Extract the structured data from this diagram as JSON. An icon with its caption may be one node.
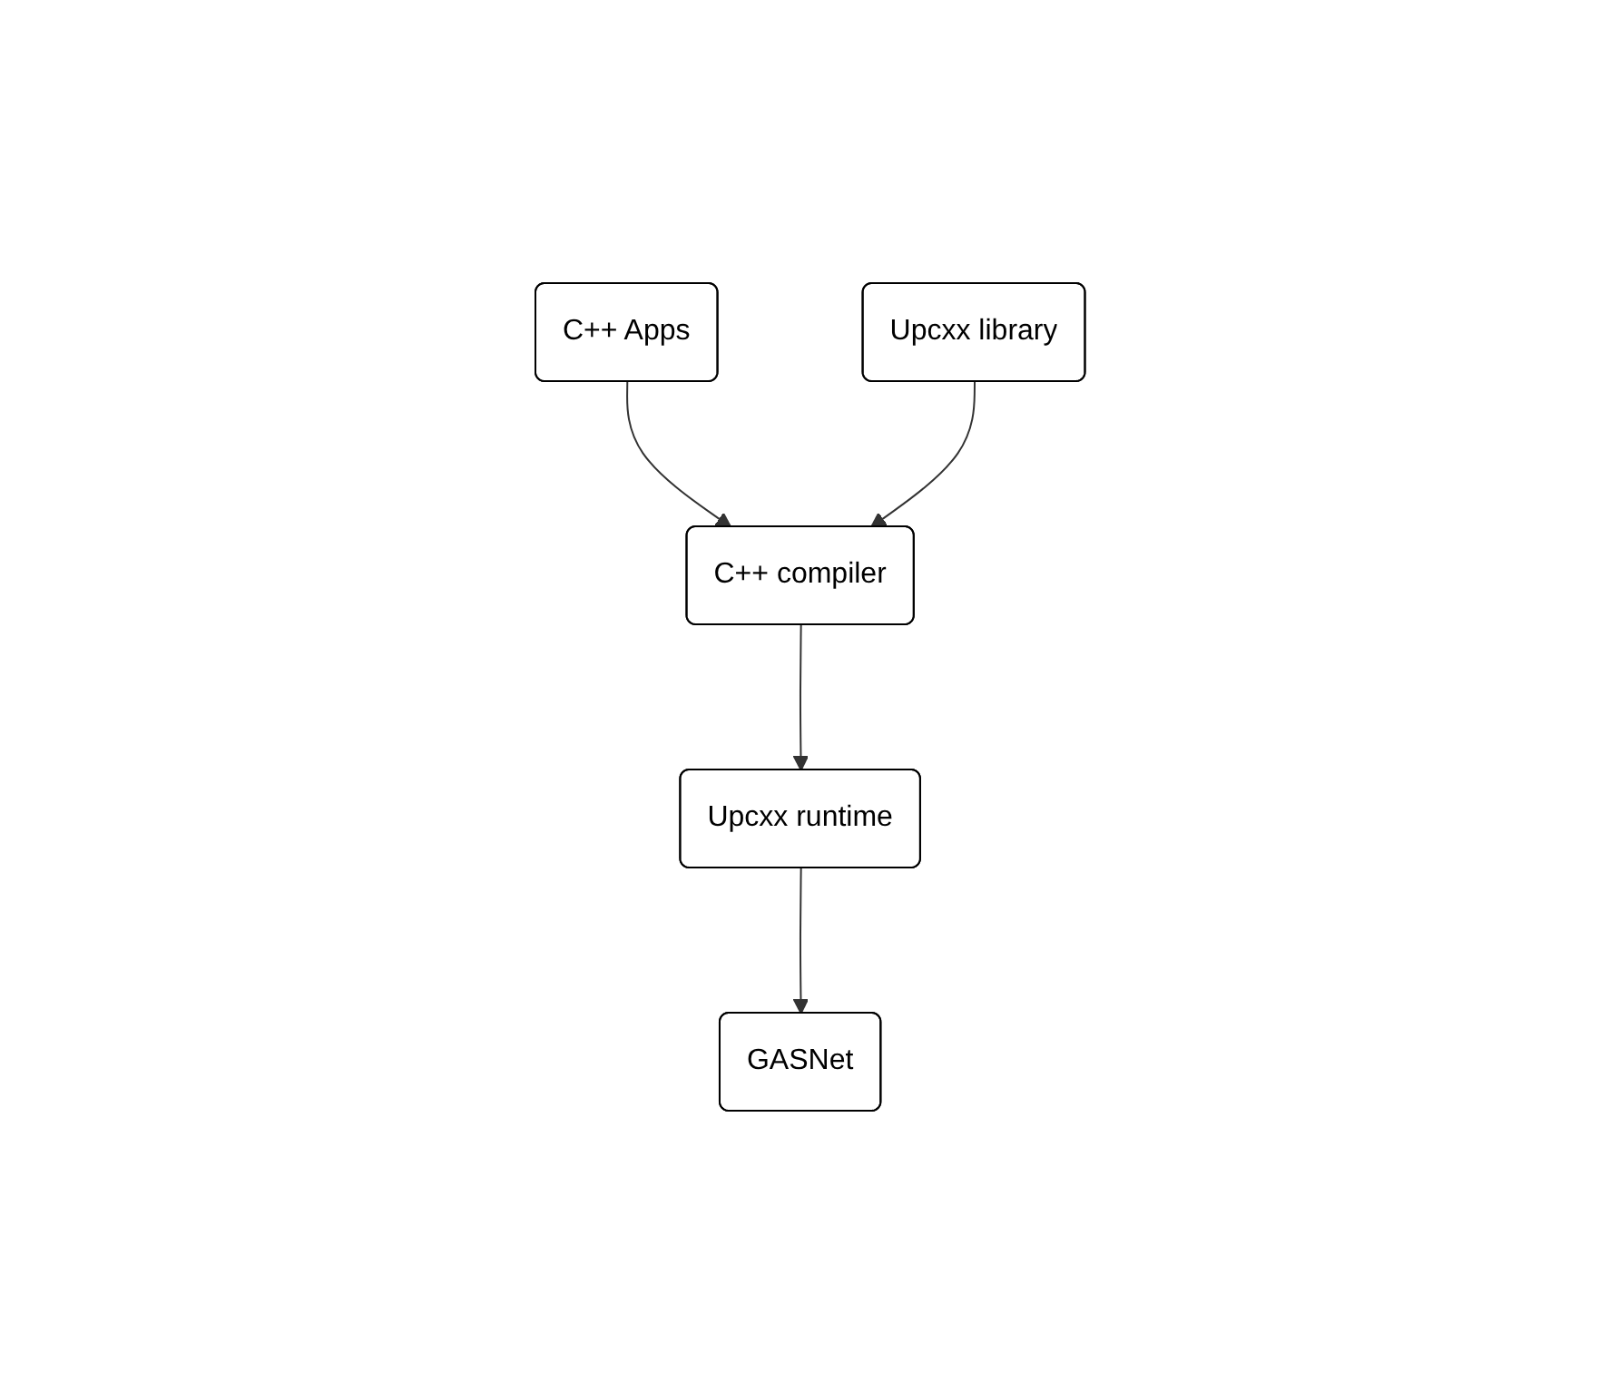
{
  "diagram": {
    "nodes": [
      {
        "text": [
          "C++ Apps"
        ]
      },
      {
        "text": [
          "Upcxx library"
        ]
      },
      {
        "text": [
          "C++ compiler"
        ]
      },
      {
        "text": [
          "Upcxx runtime"
        ]
      },
      {
        "text": [
          "GASNet"
        ]
      }
    ],
    "edges": [
      {
        "from": 0,
        "to": 2,
        "arrow": "to"
      },
      {
        "from": 1,
        "to": 2,
        "arrow": "to"
      },
      {
        "from": 2,
        "to": 3,
        "arrow": "to"
      },
      {
        "from": 3,
        "to": 4,
        "arrow": "to"
      }
    ]
  }
}
